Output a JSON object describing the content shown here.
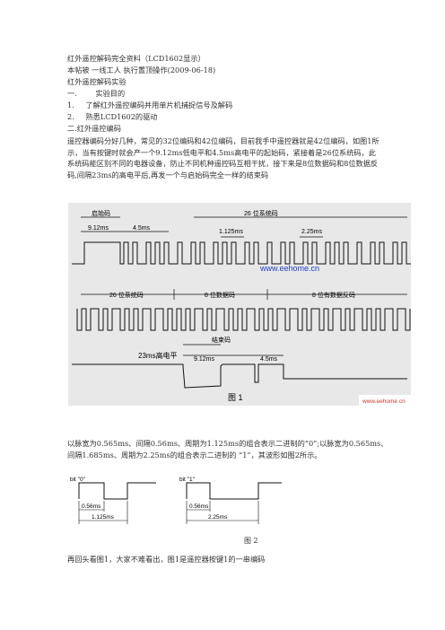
{
  "doc": {
    "title": "红外遥控解码完全资料（LCD1602显示）",
    "meta": "本帖被 一线工人 执行置顶操作(2009-06-18)",
    "section": "红外遥控解码实验",
    "h1_num": "一.",
    "h1_text": "实验目的",
    "item1_num": "1.",
    "item1_text": "了解红外遥控编码并用单片机捕捉信号及解码",
    "item2_num": "2.",
    "item2_text": "熟悉LCD1602的驱动",
    "h2": "二.红外遥控编码",
    "para1": "遥控器编码分好几种，常见的32位编码和42位编码，目前我手中遥控器就是42位编码，如图1所示，当有按键时就会产一个9.12ms低电平和4.5ms高电平的起始码，紧接着是26位系统码，此系统码能区别不同的电器设备，防止不同机种遥控码互相干扰，接下来是8位数据码和8位数据反码,间隔23ms的高电平后,再发一个与启始码完全一样的结束码",
    "para2": "以脉宽为0.565ms、间隔0.56ms、周期为1.125ms的组合表示二进制的“0”;以脉宽为0.565ms、间隔1.685ms、周期为2.25ms的组合表示二进制的 “1”，其波形如图2所示。",
    "para3": "再回头看图1，大家不难看出，图1是遥控器按键1的一串编码"
  },
  "fig1": {
    "lbl_start": "启始码",
    "lbl_912": "9.12ms",
    "lbl_45": "4.5ms",
    "lbl_26sys": "26 位系统码",
    "lbl_1125": "1.125ms",
    "lbl_225": "2.25ms",
    "lbl_url": "www.eehome.cn",
    "lbl_26sys2": "26 位系统码",
    "lbl_8data": "8 位数据码",
    "lbl_8inv": "8 位有数据反码",
    "lbl_end": "结束码",
    "lbl_23ms": "23ms高电平",
    "lbl_912b": "9.12ms",
    "lbl_45b": "4.5ms",
    "caption": "图 1",
    "wm": "www.eehome.cn"
  },
  "fig2": {
    "bit0": "bit \"0\"",
    "bit1": "bit \"1\"",
    "w0": "0.56ms",
    "p0": "1.125ms",
    "w1": "0.56ms",
    "p1": "2.25ms",
    "caption": "图 2"
  }
}
